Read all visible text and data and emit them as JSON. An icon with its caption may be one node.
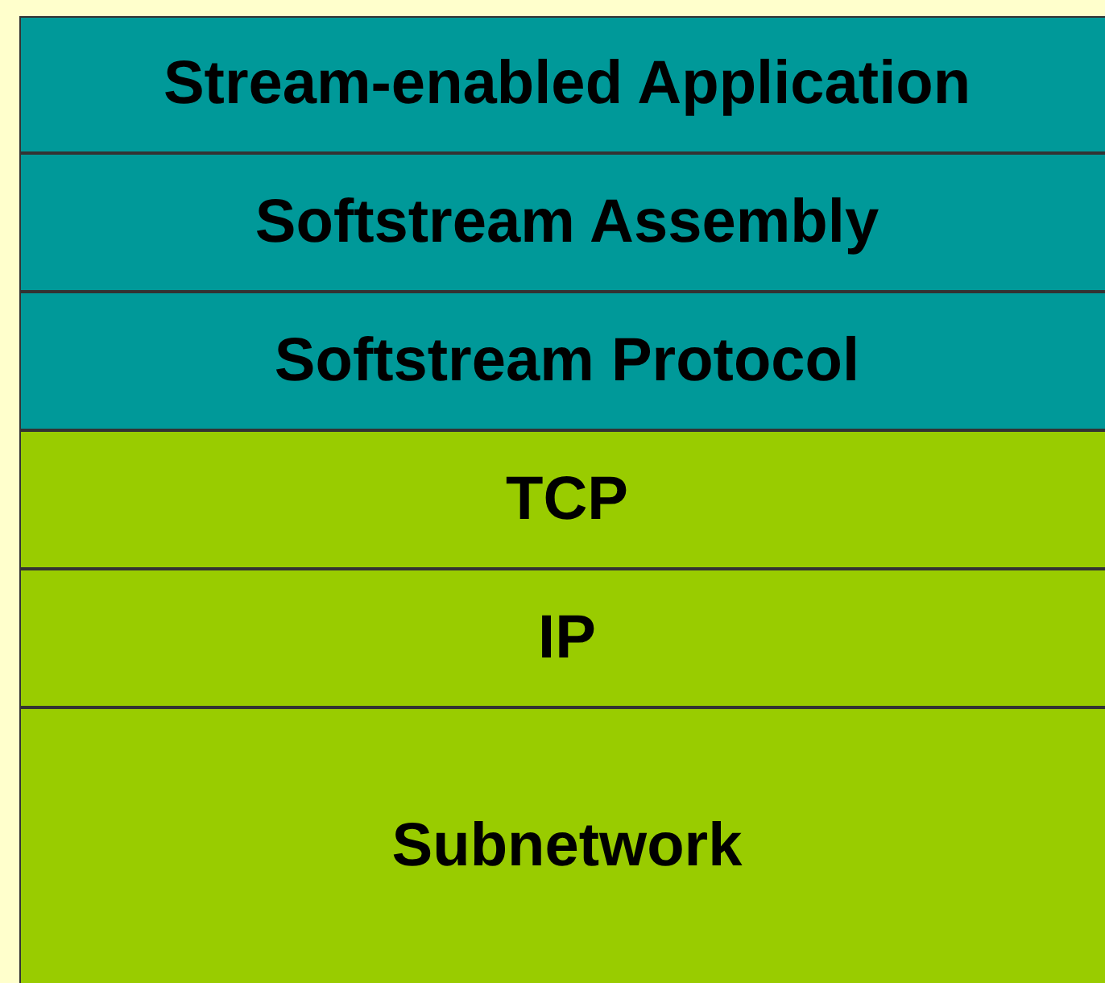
{
  "diagram": {
    "nodes": [
      {
        "text": [
          "Stream-enabled Application"
        ]
      },
      {
        "text": [
          "Softstream Assembly"
        ]
      },
      {
        "text": [
          "Softstream Protocol"
        ]
      },
      {
        "text": [
          "TCP"
        ]
      },
      {
        "text": [
          "IP"
        ]
      },
      {
        "text": [
          "Subnetwork"
        ]
      }
    ]
  }
}
